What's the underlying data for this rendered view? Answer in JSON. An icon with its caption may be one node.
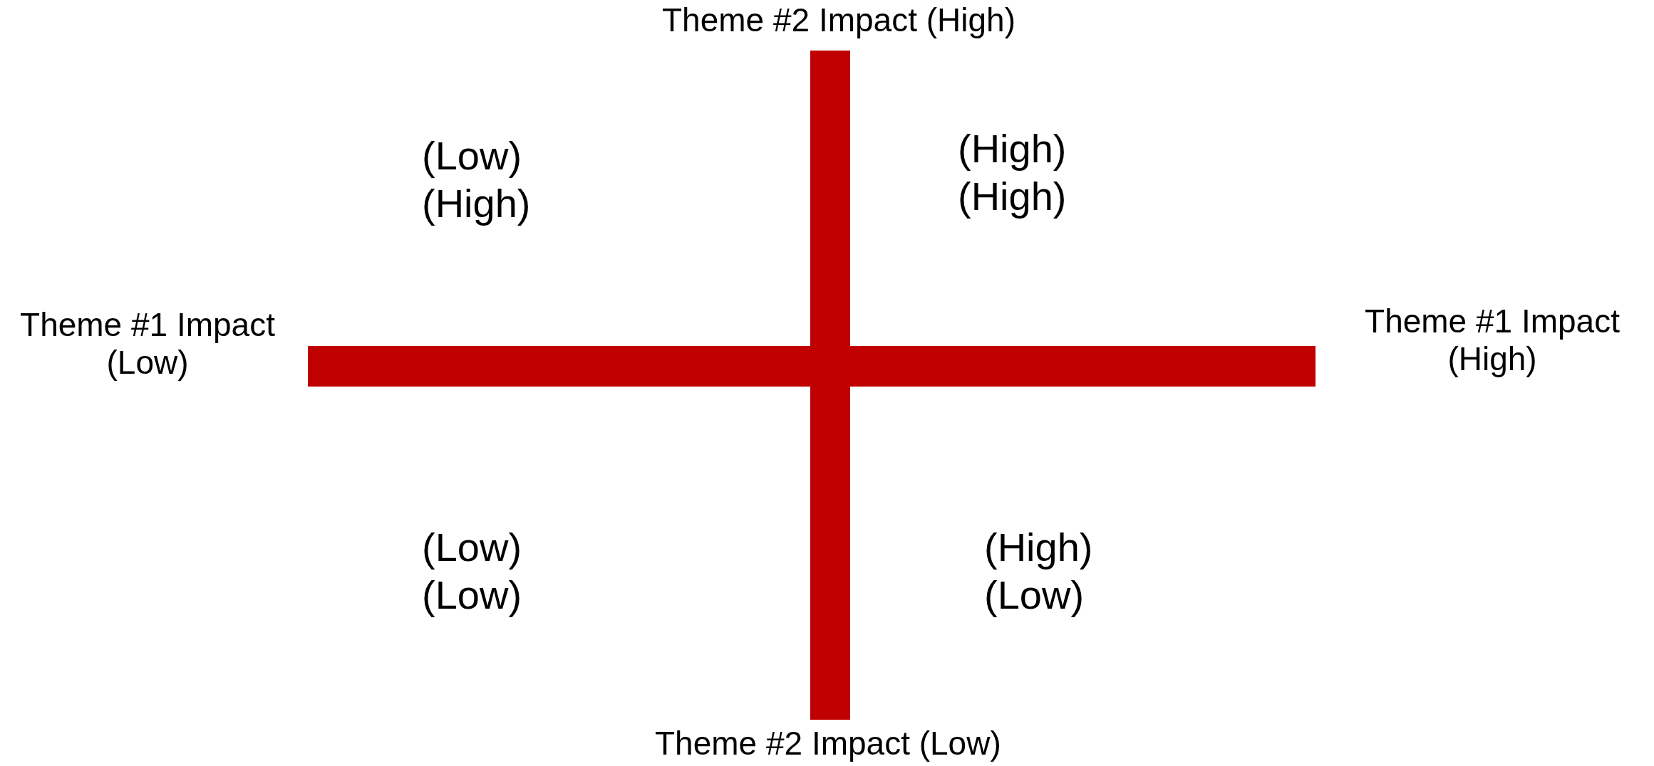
{
  "diagram": {
    "labels": [
      "Theme #2 Impact (High)",
      "(Low) (High)",
      "(High) (High)",
      "Theme #1 Impact (Low)",
      "Theme #1 Impact (High)",
      "(Low) (Low)",
      "(High) (Low)",
      "Theme #2 Impact (Low)"
    ]
  }
}
